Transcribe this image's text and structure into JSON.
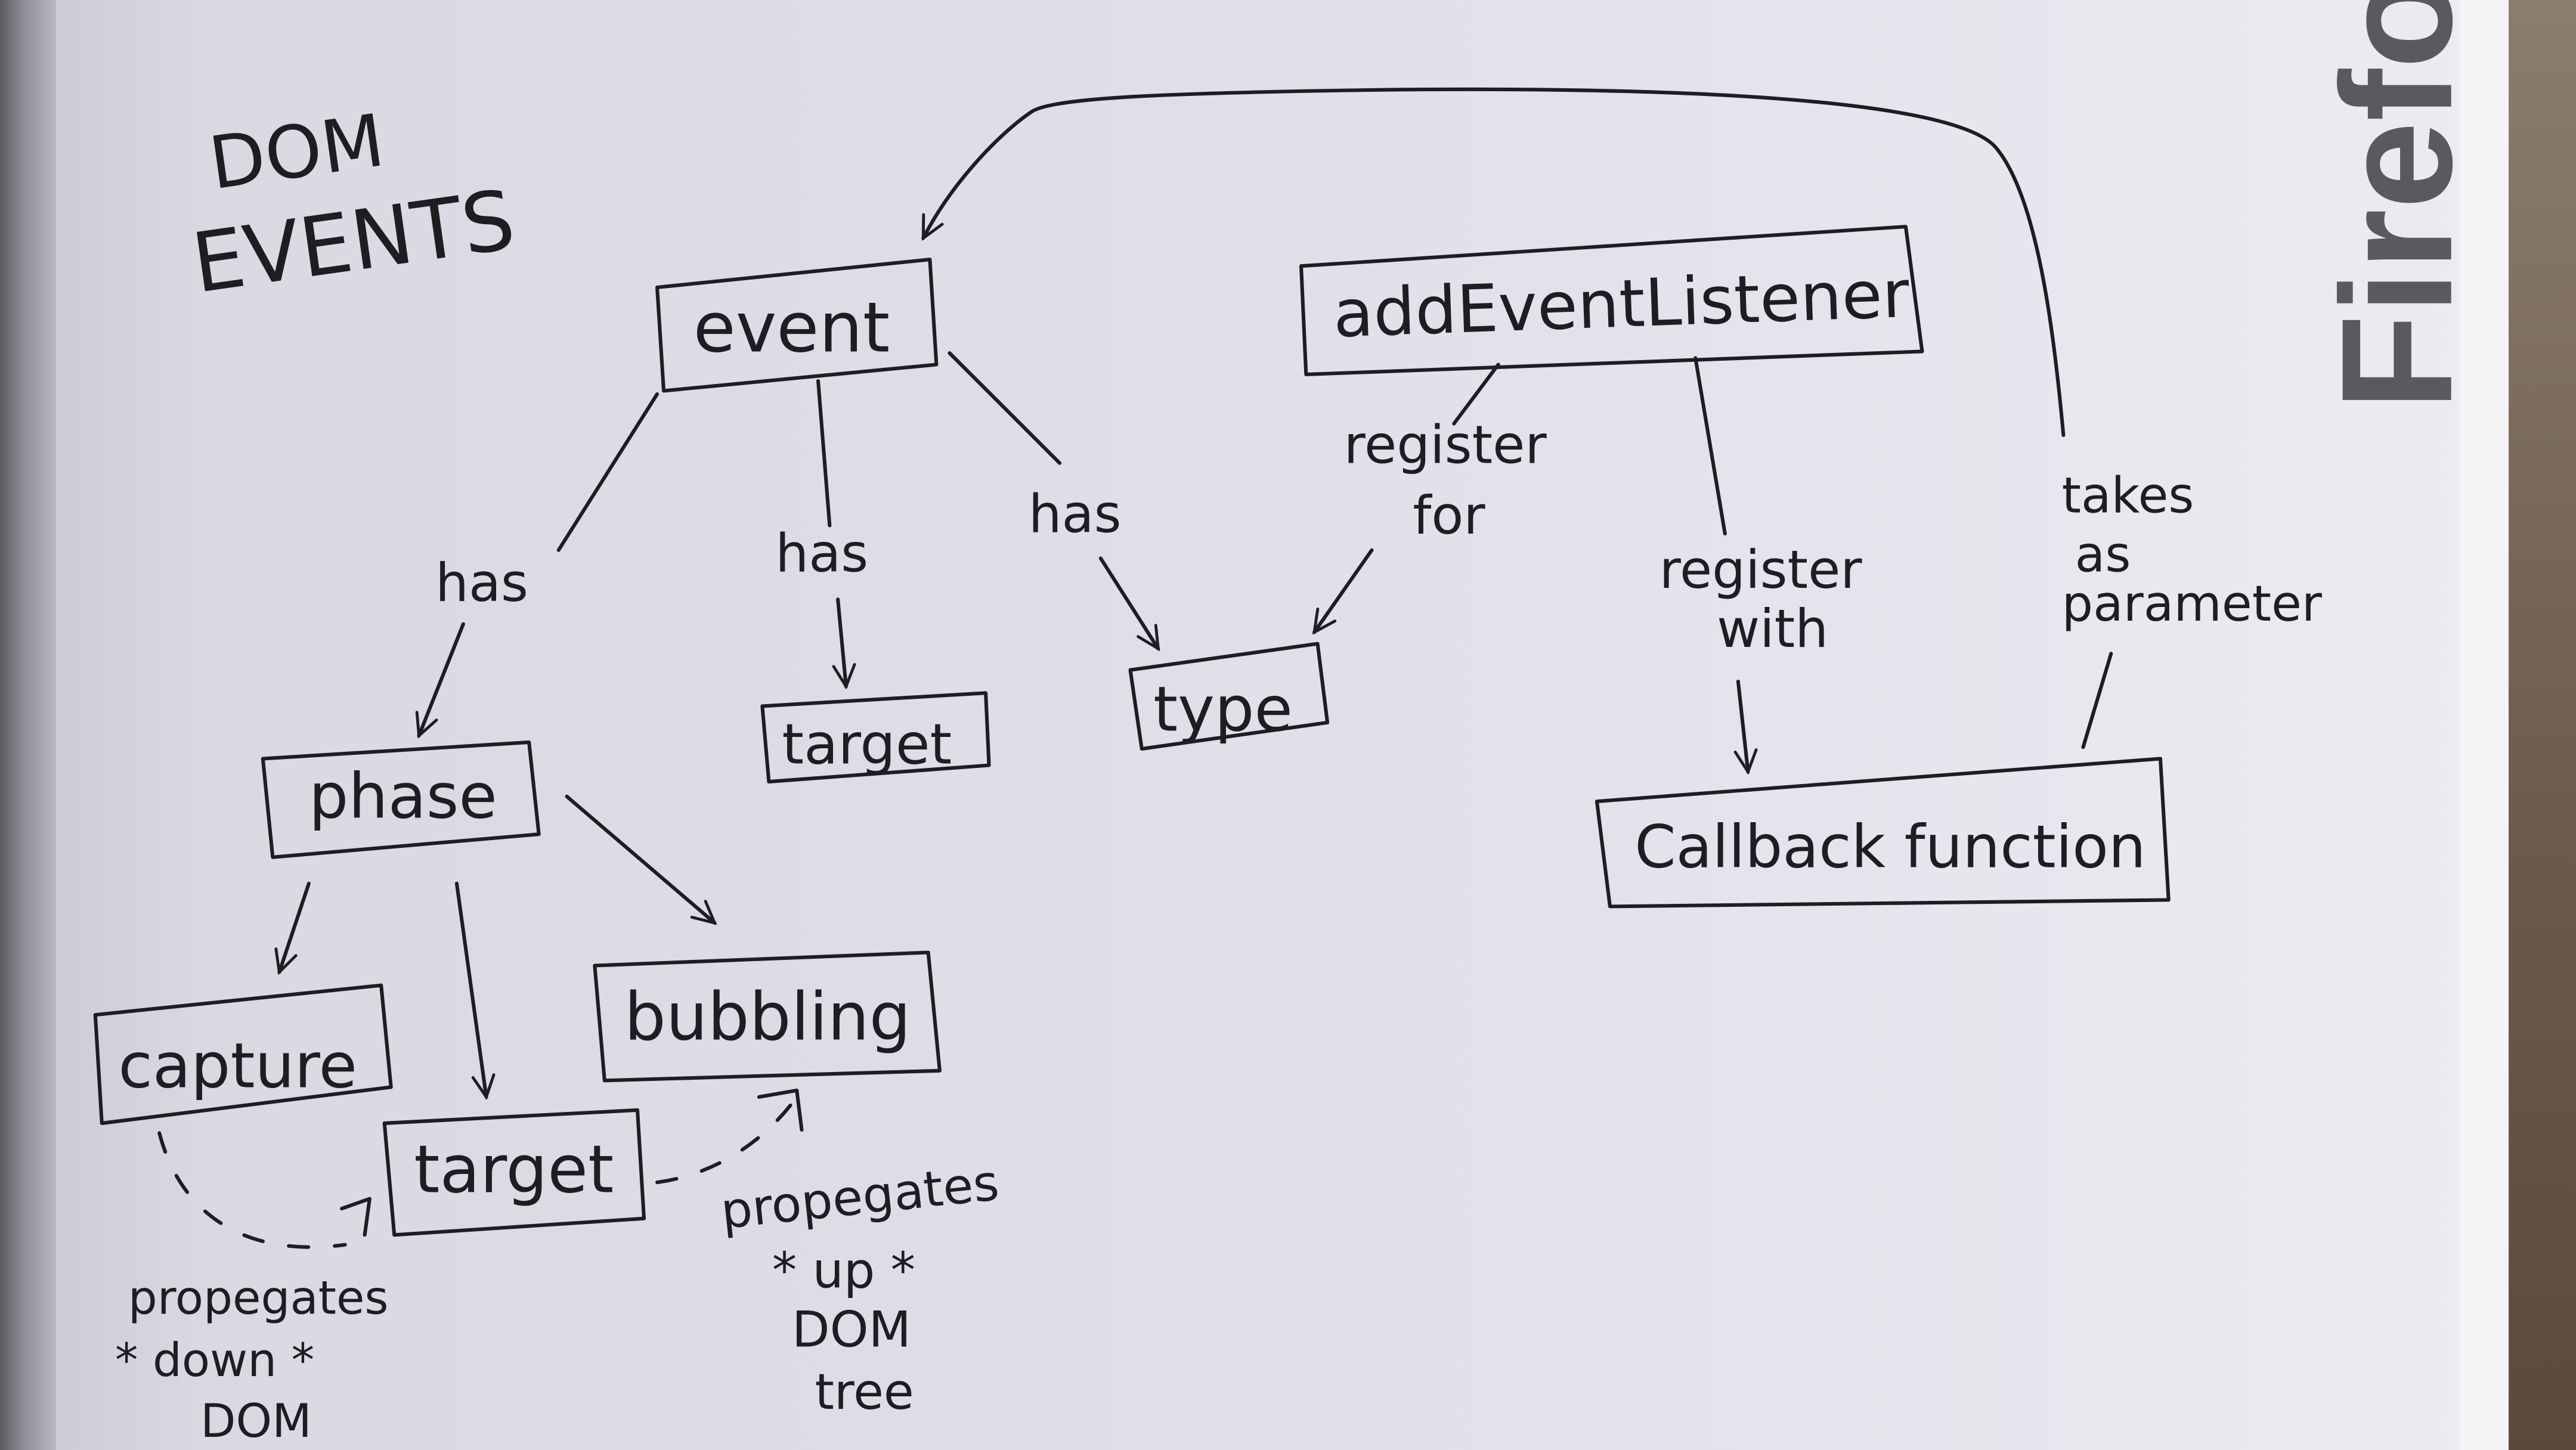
{
  "title": {
    "line1": "DOM",
    "line2": "EVENTS"
  },
  "nodes": {
    "event": "event",
    "addEventListener": "addEventListener",
    "phase": "phase",
    "target": "target",
    "type": "type",
    "callback": "Callback function",
    "capture": "capture",
    "bubbling": "bubbling",
    "phase_target": "target"
  },
  "edges": {
    "has_phase": "has",
    "has_target": "has",
    "has_type": "has",
    "register_for_1": "register",
    "register_for_2": "for",
    "register_with_1": "register",
    "register_with_2": "with",
    "takes_param_1": "takes",
    "takes_param_2": "as",
    "takes_param_3": "parameter"
  },
  "notes": {
    "down_1": "propegates",
    "down_2": "* down *",
    "down_3": "DOM",
    "up_1": "propegates",
    "up_2": "* up *",
    "up_3": "DOM",
    "up_4": "tree"
  },
  "brand": "Firefox"
}
